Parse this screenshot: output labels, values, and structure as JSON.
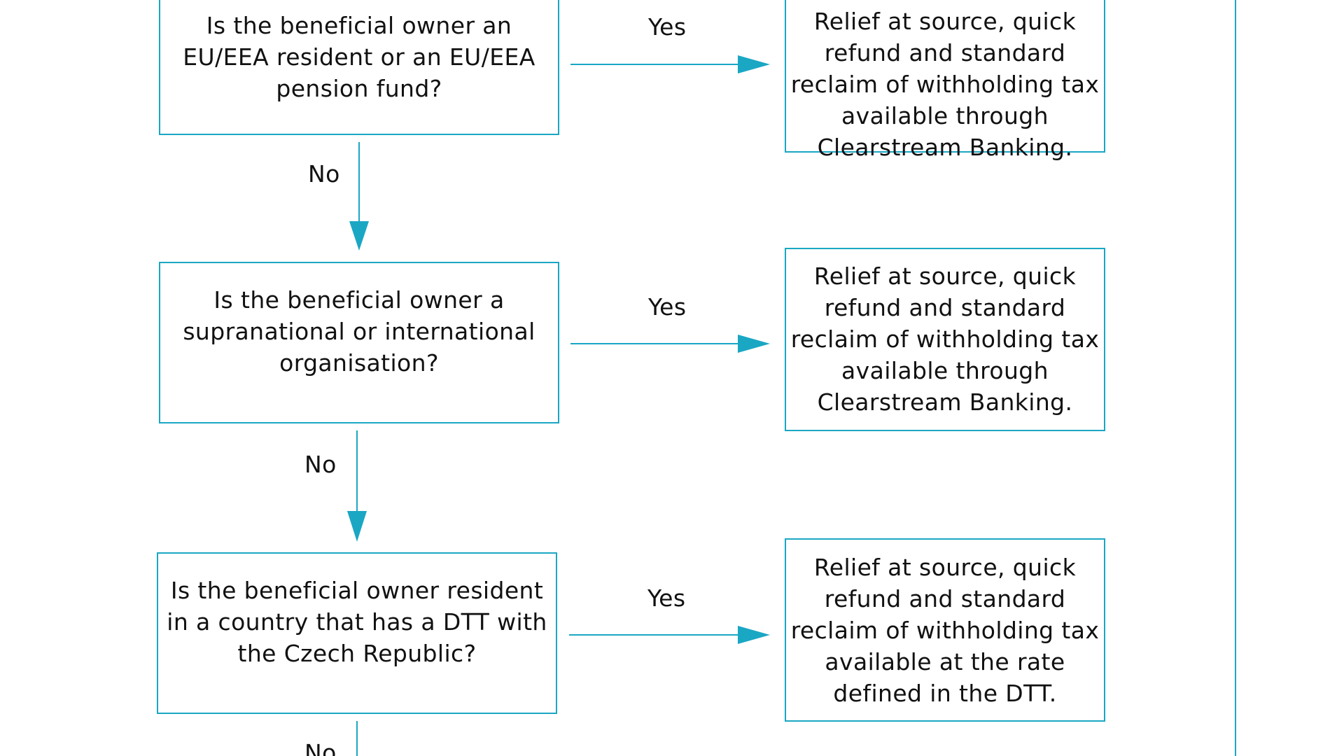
{
  "questions": {
    "q1": "Is the beneficial owner an EU/EEA resident or an EU/EEA pension fund?",
    "q2": "Is the beneficial owner a supranational or international organisation?",
    "q3": "Is the beneficial owner resident in a country that has a DTT with the Czech Republic?"
  },
  "results": {
    "r1": "Relief at source, quick refund and standard reclaim of withholding tax available through Clearstream Banking.",
    "r2": "Relief at source, quick refund and standard reclaim of withholding tax available through Clearstream Banking.",
    "r3": "Relief at source, quick refund and standard reclaim of withholding tax available at the rate defined in the DTT."
  },
  "labels": {
    "yes": "Yes",
    "no": "No"
  },
  "colors": {
    "accent": "#1aa7c4",
    "text": "#111111",
    "background": "#ffffff"
  }
}
